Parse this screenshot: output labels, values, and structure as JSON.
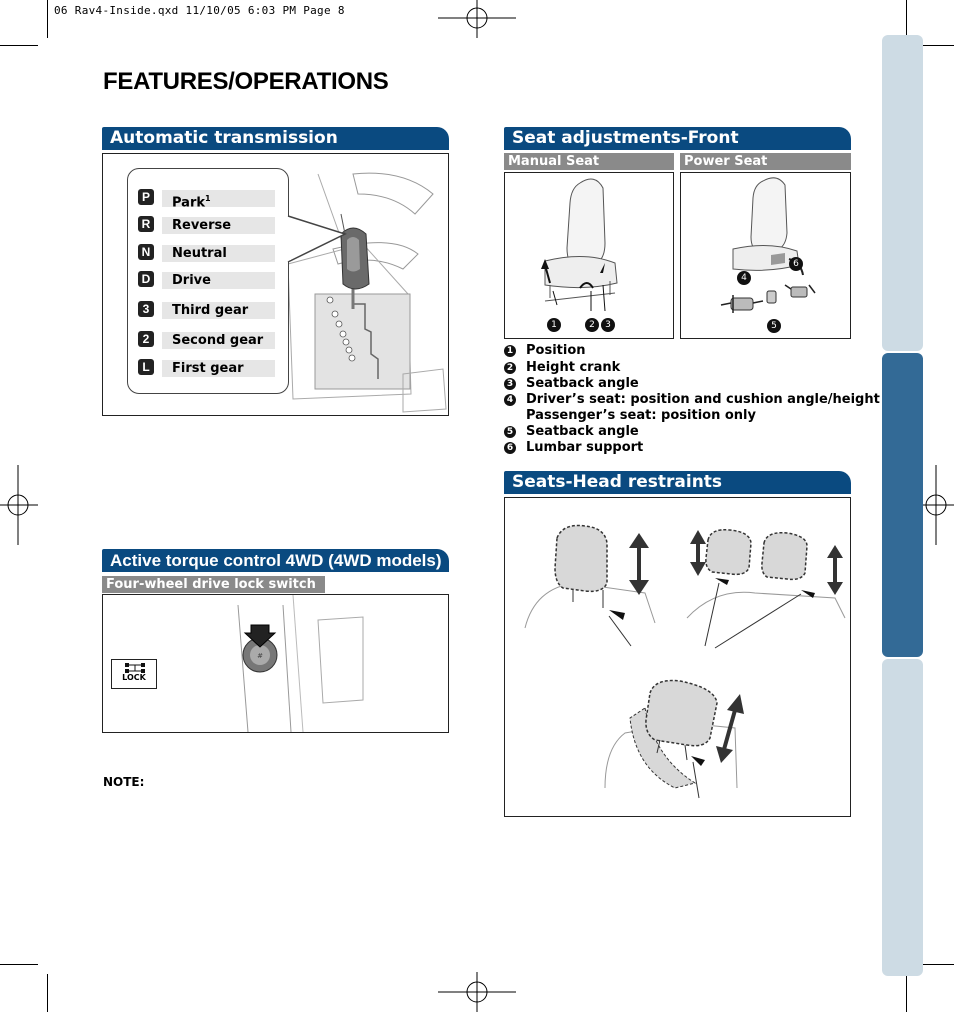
{
  "slug": "06 Rav4-Inside.qxd  11/10/05  6:03 PM  Page 8",
  "page_title": "FEATURES/OPERATIONS",
  "transmission": {
    "title": "Automatic transmission",
    "gears": [
      {
        "letter": "P",
        "label": "Park",
        "sup": "1"
      },
      {
        "letter": "R",
        "label": "Reverse"
      },
      {
        "letter": "N",
        "label": "Neutral"
      },
      {
        "letter": "D",
        "label": "Drive"
      },
      {
        "letter": "3",
        "label": "Third gear"
      },
      {
        "letter": "2",
        "label": "Second gear"
      },
      {
        "letter": "L",
        "label": "First gear"
      }
    ]
  },
  "awd": {
    "title": "Active torque control 4WD (4WD models)",
    "subtitle": "Four-wheel drive lock switch",
    "lock_label": "LOCK"
  },
  "note_label": "NOTE:",
  "seat_front": {
    "title": "Seat adjustments-Front",
    "manual_label": "Manual Seat",
    "power_label": "Power Seat",
    "legend": [
      {
        "num": "1",
        "text": "Position"
      },
      {
        "num": "2",
        "text": "Height crank"
      },
      {
        "num": "3",
        "text": "Seatback angle"
      },
      {
        "num": "4",
        "text": "Driver’s seat: position and cushion angle/height",
        "text2": "Passenger’s seat: position only"
      },
      {
        "num": "5",
        "text": "Seatback angle"
      },
      {
        "num": "6",
        "text": "Lumbar support"
      }
    ]
  },
  "head_restraints": {
    "title": "Seats-Head restraints"
  },
  "colors": {
    "section_blue": "#0a4a80",
    "sub_gray": "#8a8a8a",
    "tab_light": "#cddbe4",
    "tab_dark": "#336a96"
  }
}
